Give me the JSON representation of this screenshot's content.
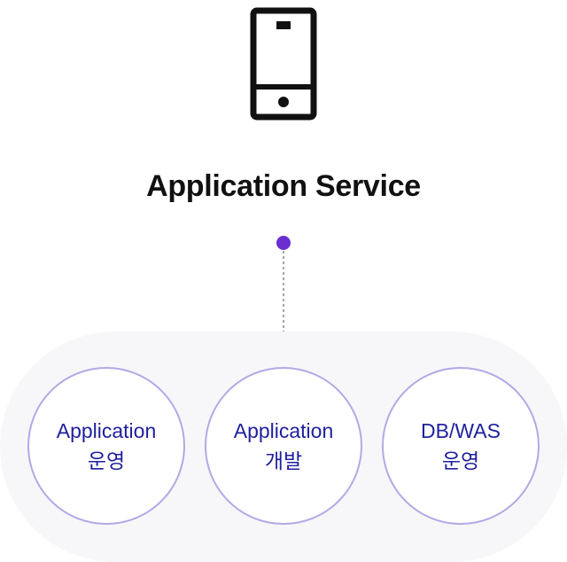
{
  "title": "Application Service",
  "icon": "smartphone-icon",
  "colors": {
    "title": "#111111",
    "accent_dot": "#6b2fd1",
    "connector": "#888888",
    "circle_border": "#b2a9e6",
    "circle_text": "#1f1f9e",
    "pill_background": "#f7f7f9"
  },
  "services": [
    {
      "line1": "Application",
      "line2": "운영"
    },
    {
      "line1": "Application",
      "line2": "개발"
    },
    {
      "line1": "DB/WAS",
      "line2": "운영"
    }
  ]
}
